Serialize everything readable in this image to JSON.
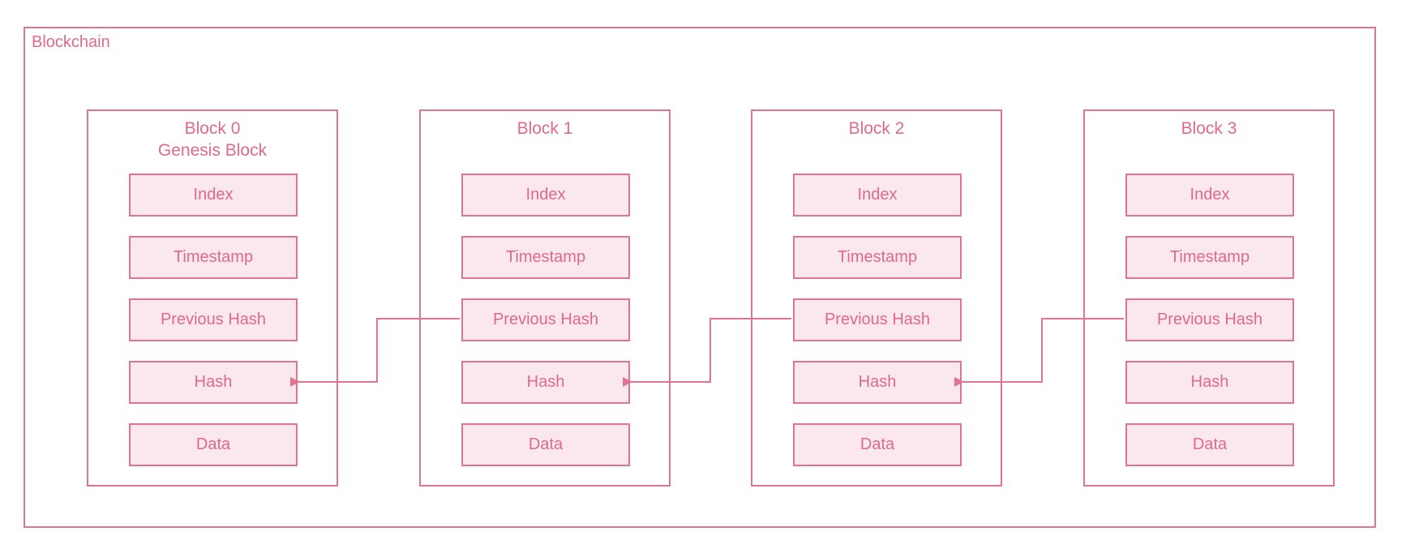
{
  "diagram": {
    "container_label": "Blockchain",
    "accent_color": "#e07590",
    "field_fill_color": "#fbe8ee",
    "blocks": [
      {
        "title_lines": [
          "Block 0",
          "Genesis Block"
        ],
        "fields": [
          "Index",
          "Timestamp",
          "Previous Hash",
          "Hash",
          "Data"
        ]
      },
      {
        "title_lines": [
          "Block 1"
        ],
        "fields": [
          "Index",
          "Timestamp",
          "Previous Hash",
          "Hash",
          "Data"
        ]
      },
      {
        "title_lines": [
          "Block 2"
        ],
        "fields": [
          "Index",
          "Timestamp",
          "Previous Hash",
          "Hash",
          "Data"
        ]
      },
      {
        "title_lines": [
          "Block 3"
        ],
        "fields": [
          "Index",
          "Timestamp",
          "Previous Hash",
          "Hash",
          "Data"
        ]
      }
    ]
  }
}
